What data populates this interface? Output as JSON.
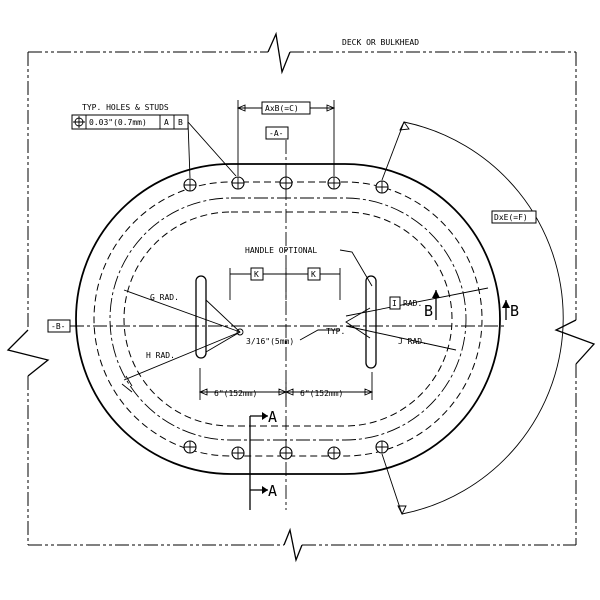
{
  "labels": {
    "deck": "DECK OR BULKHEAD",
    "typ_holes": "TYP. HOLES & STUDS",
    "tolerance": "0.03\"(0.7mm)",
    "datum_a_ref": "A",
    "datum_b_ref": "B",
    "datum_a": "-A-",
    "datum_b": "-B-",
    "axb": "AxB(=C)",
    "dxe": "DxE(=F)",
    "handle": "HANDLE OPTIONAL",
    "k": "K",
    "g_rad": "G RAD.",
    "h_rad": "H RAD.",
    "i_box": "I",
    "i_rad": "RAD.",
    "j_rad": "J RAD.",
    "weld": "3/16\"(5mm)",
    "typ": "TYP.",
    "dim_left": "6\"(152mm)",
    "dim_right": "6\"(152mm)",
    "section_a": "A",
    "section_b": "B"
  }
}
